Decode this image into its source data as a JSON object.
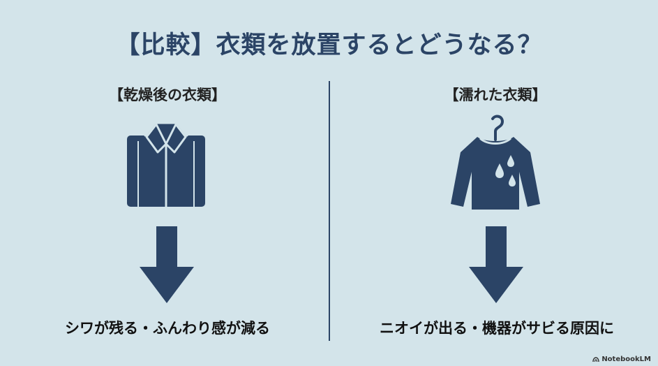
{
  "title": "【比較】衣類を放置するとどうなる？",
  "left": {
    "label": "【乾燥後の衣類】",
    "icon": "folded-shirt-icon",
    "arrow": "down-arrow-icon",
    "caption": "シワが残る・ふんわり感が減る"
  },
  "right": {
    "label": "【濡れた衣類】",
    "icon": "wet-shirt-on-hanger-icon",
    "arrow": "down-arrow-icon",
    "caption": "ニオイが出る・機器がサビる原因に"
  },
  "watermark": "NotebookLM",
  "colors": {
    "background": "#d3e4ea",
    "accent": "#2b4466"
  }
}
